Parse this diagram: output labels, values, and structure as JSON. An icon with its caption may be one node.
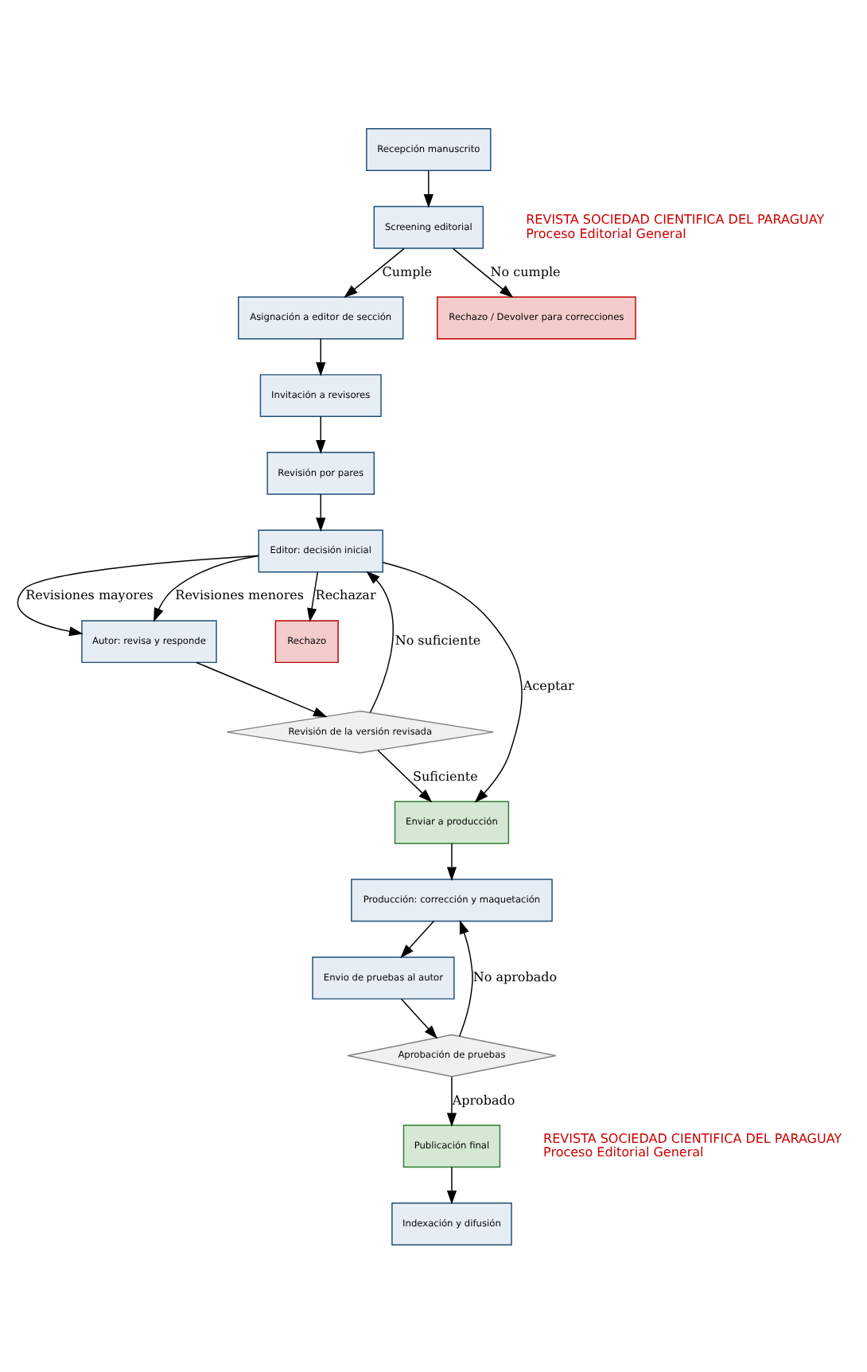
{
  "diagram": {
    "nodes": [
      {
        "text": [
          "Recepción manuscrito"
        ]
      },
      {
        "text": [
          "Screening editorial"
        ]
      },
      {
        "text": [
          "Asignación a editor de sección"
        ]
      },
      {
        "text": [
          "Rechazo / Devolver para correcciones"
        ]
      },
      {
        "text": [
          "Invitación a revisores"
        ]
      },
      {
        "text": [
          "Revisión por pares"
        ]
      },
      {
        "text": [
          "Editor: decisión inicial"
        ]
      },
      {
        "text": [
          "Autor: revisa y responde"
        ]
      },
      {
        "text": [
          "Rechazo"
        ]
      },
      {
        "text": [
          "Revisión de la versión revisada"
        ]
      },
      {
        "text": [
          "Enviar a producción"
        ]
      },
      {
        "text": [
          "Producción: corrección y maquetación"
        ]
      },
      {
        "text": [
          "Envio de pruebas al autor"
        ]
      },
      {
        "text": [
          "Aprobación de pruebas"
        ]
      },
      {
        "text": [
          "Publicación final"
        ]
      },
      {
        "text": [
          "Indexación y difusión"
        ]
      }
    ],
    "edges": [
      {
        "from": 0,
        "to": 1,
        "arrow": "to"
      },
      {
        "from": 1,
        "to": 2,
        "arrow": "to",
        "label": "Cumple"
      },
      {
        "from": 1,
        "to": 3,
        "arrow": "to",
        "label": "No cumple"
      },
      {
        "from": 2,
        "to": 4,
        "arrow": "to"
      },
      {
        "from": 4,
        "to": 5,
        "arrow": "to"
      },
      {
        "from": 5,
        "to": 6,
        "arrow": "to"
      },
      {
        "from": 6,
        "to": 7,
        "arrow": "to",
        "label": "Revisiones menores"
      },
      {
        "from": 6,
        "to": 7,
        "arrow": "to",
        "label": "Revisiones mayores"
      },
      {
        "from": 6,
        "to": 8,
        "arrow": "to",
        "label": "Rechazar"
      },
      {
        "from": 6,
        "to": 10,
        "arrow": "to",
        "label": "Aceptar"
      },
      {
        "from": 7,
        "to": 9,
        "arrow": "to"
      },
      {
        "from": 9,
        "to": 6,
        "arrow": "to",
        "label": "No suficiente"
      },
      {
        "from": 9,
        "to": 10,
        "arrow": "to",
        "label": "Suficiente"
      },
      {
        "from": 10,
        "to": 11,
        "arrow": "to"
      },
      {
        "from": 11,
        "to": 12,
        "arrow": "to"
      },
      {
        "from": 12,
        "to": 13,
        "arrow": "to"
      },
      {
        "from": 13,
        "to": 11,
        "arrow": "to",
        "label": "No aprobado"
      },
      {
        "from": 13,
        "to": 14,
        "arrow": "to",
        "label": "Aprobado"
      },
      {
        "from": 14,
        "to": 15,
        "arrow": "to"
      }
    ],
    "labels": [
      "REVISTA SOCIEDAD CIENTIFICA DEL PARAGUAY",
      "Proceso Editorial General",
      "REVISTA SOCIEDAD CIENTIFICA DEL PARAGUAY",
      "Proceso Editorial General"
    ]
  }
}
